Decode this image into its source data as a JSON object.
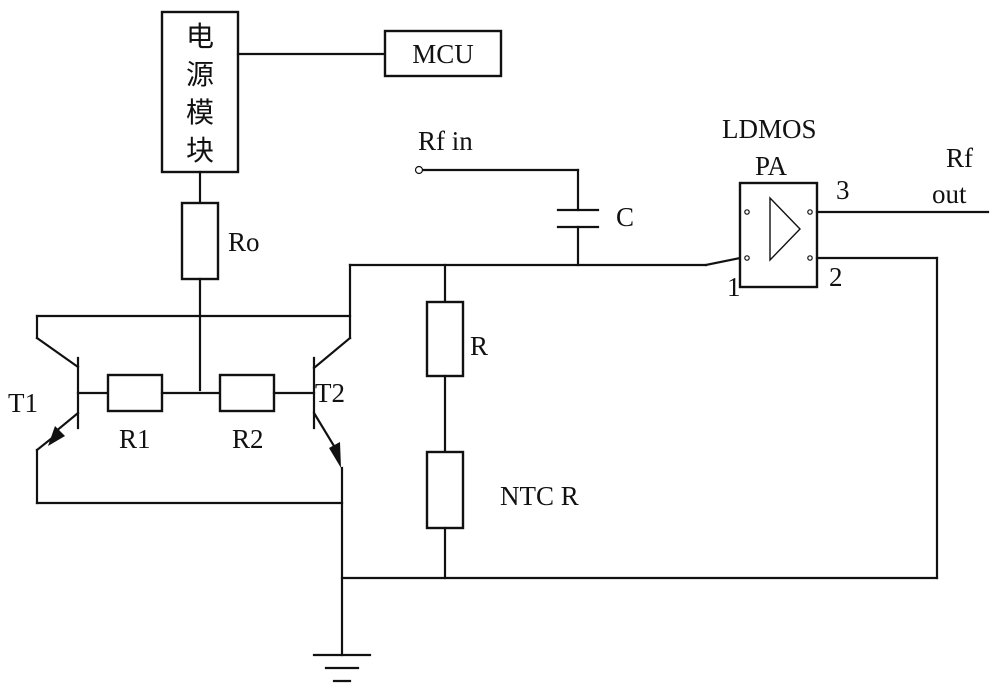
{
  "power_module": {
    "chars": [
      "电",
      "源",
      "模",
      "块"
    ]
  },
  "labels": {
    "mcu": "MCU",
    "ro": "Ro",
    "rf_in": "Rf in",
    "c": "C",
    "ldmos_line1": "LDMOS",
    "ldmos_line2": "PA",
    "rf_out_line1": "Rf",
    "rf_out_line2": "out",
    "pin1": "1",
    "pin2": "2",
    "pin3": "3",
    "r": "R",
    "ntc_r": "NTC R",
    "t1": "T1",
    "t2": "T2",
    "r1": "R1",
    "r2": "R2"
  }
}
